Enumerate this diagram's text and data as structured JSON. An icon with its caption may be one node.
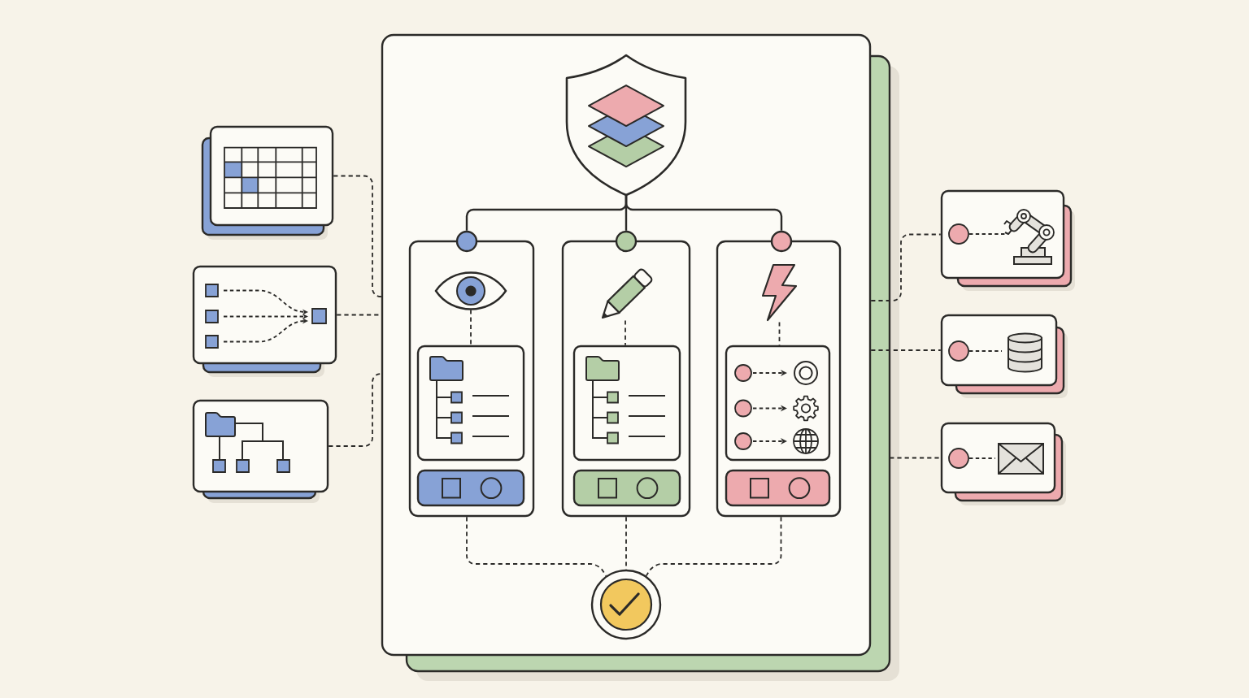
{
  "diagram": {
    "nodes": [
      {
        "text": [],
        "shape": "box"
      },
      {
        "text": [],
        "shape": "picture",
        "in": 0
      },
      {
        "text": [],
        "shape": "circle",
        "in": 0
      },
      {
        "text": [],
        "shape": "circle",
        "in": 0
      },
      {
        "text": [],
        "shape": "circle",
        "in": 0
      },
      {
        "text": [],
        "shape": "box",
        "in": 0
      },
      {
        "text": [],
        "shape": "picture",
        "in": 5
      },
      {
        "text": [],
        "shape": "picture",
        "in": 5
      },
      {
        "text": [],
        "shape": "bar",
        "in": 5
      },
      {
        "text": [],
        "shape": "box",
        "in": 0
      },
      {
        "text": [],
        "shape": "picture",
        "in": 9
      },
      {
        "text": [],
        "shape": "picture",
        "in": 9
      },
      {
        "text": [],
        "shape": "bar",
        "in": 9
      },
      {
        "text": [],
        "shape": "box",
        "in": 0
      },
      {
        "text": [],
        "shape": "picture",
        "in": 13
      },
      {
        "text": [],
        "shape": "picture",
        "in": 13
      },
      {
        "text": [],
        "shape": "bar",
        "in": 13
      },
      {
        "text": [],
        "shape": "circle",
        "in": 0
      },
      {
        "text": [],
        "shape": "picture"
      },
      {
        "text": [],
        "shape": "picture"
      },
      {
        "text": [],
        "shape": "picture"
      },
      {
        "text": [],
        "shape": "picture"
      },
      {
        "text": [],
        "shape": "picture"
      },
      {
        "text": [],
        "shape": "picture"
      }
    ],
    "edges": [
      {
        "from": 1,
        "to": 2,
        "arrow": "none"
      },
      {
        "from": 1,
        "to": 3,
        "arrow": "none"
      },
      {
        "from": 1,
        "to": 4,
        "arrow": "none"
      },
      {
        "from": 6,
        "to": 7,
        "arrow": "none",
        "style": "dashed"
      },
      {
        "from": 10,
        "to": 11,
        "arrow": "none",
        "style": "dashed"
      },
      {
        "from": 14,
        "to": 15,
        "arrow": "none",
        "style": "dashed"
      },
      {
        "from": 5,
        "to": 17,
        "arrow": "none",
        "style": "dashed"
      },
      {
        "from": 9,
        "to": 17,
        "arrow": "none",
        "style": "dashed"
      },
      {
        "from": 13,
        "to": 17,
        "arrow": "none",
        "style": "dashed"
      },
      {
        "from": 18,
        "to": 0,
        "arrow": "none",
        "style": "dashed"
      },
      {
        "from": 19,
        "to": 0,
        "arrow": "none",
        "style": "dashed"
      },
      {
        "from": 20,
        "to": 0,
        "arrow": "none",
        "style": "dashed"
      },
      {
        "from": 0,
        "to": 21,
        "arrow": "none",
        "style": "dashed"
      },
      {
        "from": 0,
        "to": 22,
        "arrow": "none",
        "style": "dashed"
      },
      {
        "from": 0,
        "to": 23,
        "arrow": "none",
        "style": "dashed"
      }
    ]
  }
}
